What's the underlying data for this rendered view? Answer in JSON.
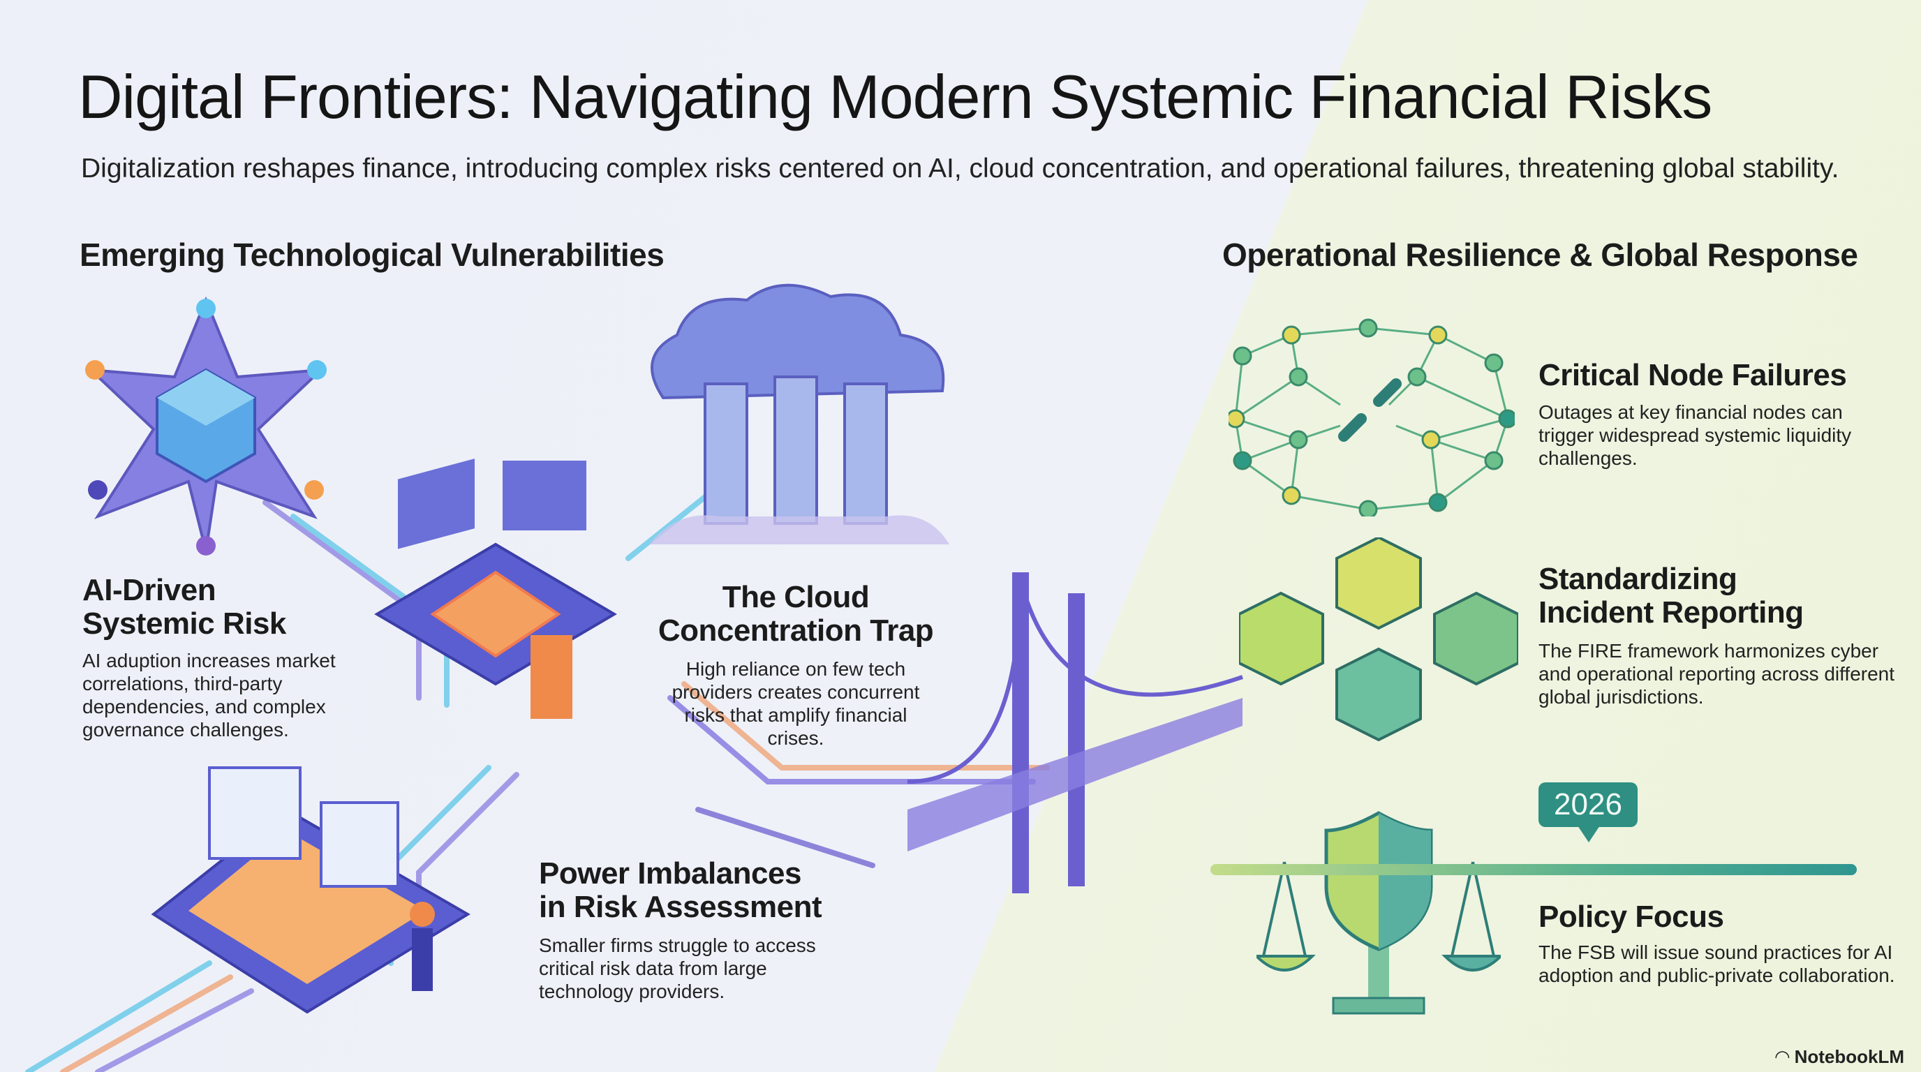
{
  "header": {
    "title": "Digital Frontiers: Navigating Modern Systemic Financial Risks",
    "subtitle": "Digitalization reshapes finance, introducing complex risks centered on AI, cloud concentration, and operational failures, threatening global stability."
  },
  "left_section": {
    "heading": "Emerging Technological Vulnerabilities",
    "items": [
      {
        "title_line1": "AI-Driven",
        "title_line2": "Systemic Risk",
        "body": "AI aduption increases market correlations, third-party dependencies, and complex governance challenges.",
        "icon": "ai-polyhedron-icon"
      },
      {
        "title_line1": "The Cloud",
        "title_line2": "Concentration Trap",
        "body": "High reliance on few tech providers creates concurrent risks that amplify financial crises.",
        "icon": "cloud-pillars-icon"
      },
      {
        "title_line1": "Power Imbalances",
        "title_line2": "in Risk Assessment",
        "body": "Smaller firms struggle to access critical risk data from large technology providers.",
        "icon": "data-platform-icon"
      }
    ]
  },
  "right_section": {
    "heading": "Operational Resilience & Global Response",
    "items": [
      {
        "title": "Critical Node Failures",
        "body": "Outages at key financial nodes can trigger widespread systemic liquidity challenges.",
        "icon": "broken-link-network-icon"
      },
      {
        "title_line1": "Standardizing",
        "title_line2": "Incident Reporting",
        "body": "The FIRE framework harmonizes cyber and operational reporting across different global jurisdictions.",
        "icon": "linked-cubes-icon"
      },
      {
        "title": "Policy Focus",
        "body": "The FSB will issue sound practices for AI adoption and public-private collaboration.",
        "icon": "shield-scales-icon",
        "year": "2026"
      }
    ]
  },
  "footer": {
    "brand": "NotebookLM"
  },
  "colors": {
    "left_bg": "#eef1f8",
    "right_bg": "#eef3e0",
    "teal": "#2e8f82",
    "purple": "#6b5fd0",
    "orange": "#f08a4b"
  }
}
